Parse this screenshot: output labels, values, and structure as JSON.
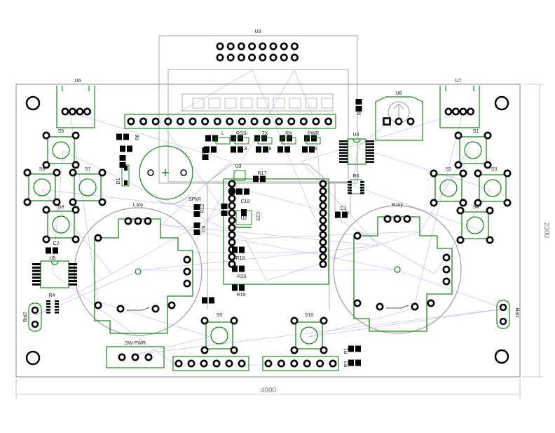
{
  "colors": {
    "silk": "#1a8a1a",
    "board": "#888888",
    "pad": "#000000",
    "ratsnest": "#9a9ae8",
    "outline": "#bbbbbb",
    "dim": "#999999"
  },
  "board": {
    "width_label": "4000",
    "height_label": "2300"
  },
  "labels": {
    "u9": "U9",
    "u6": "U6",
    "u7": "U7",
    "u8": "U8",
    "u4": "U4",
    "u5": "U5",
    "u3": "U3",
    "u2": "U2",
    "s1": "S1",
    "s2": "S2",
    "s3": "S3",
    "s4": "S4",
    "s5": "S5",
    "s6": "S6",
    "s7": "S7",
    "s8": "S8",
    "s9": "S9",
    "s10": "S10",
    "r1": "R1",
    "r2": "R2",
    "r3": "R3",
    "r4": "R4",
    "r5": "R5",
    "r5b": "R5",
    "r6": "R6",
    "r8": "R8",
    "r12": "R12",
    "r13": "R13",
    "r16": "R16",
    "r17": "R17",
    "r18": "R18",
    "r19": "R19",
    "r20": "R20",
    "c1": "C1",
    "c2": "C2",
    "c6": "C6",
    "c14": "C14",
    "c18": "C18",
    "c23": "C23",
    "d1": "D1",
    "spkr": "SPkR",
    "ljoy": "LJoy",
    "rjoy": "RJoy",
    "bat1": "Bat1",
    "bat2": "Bat2",
    "sw_pwr": "SW-PWR",
    "led_l": "L",
    "led_rssi": "RSSi",
    "led_tx": "TX",
    "led_rx": "RX",
    "led_pwr": "PWR"
  }
}
